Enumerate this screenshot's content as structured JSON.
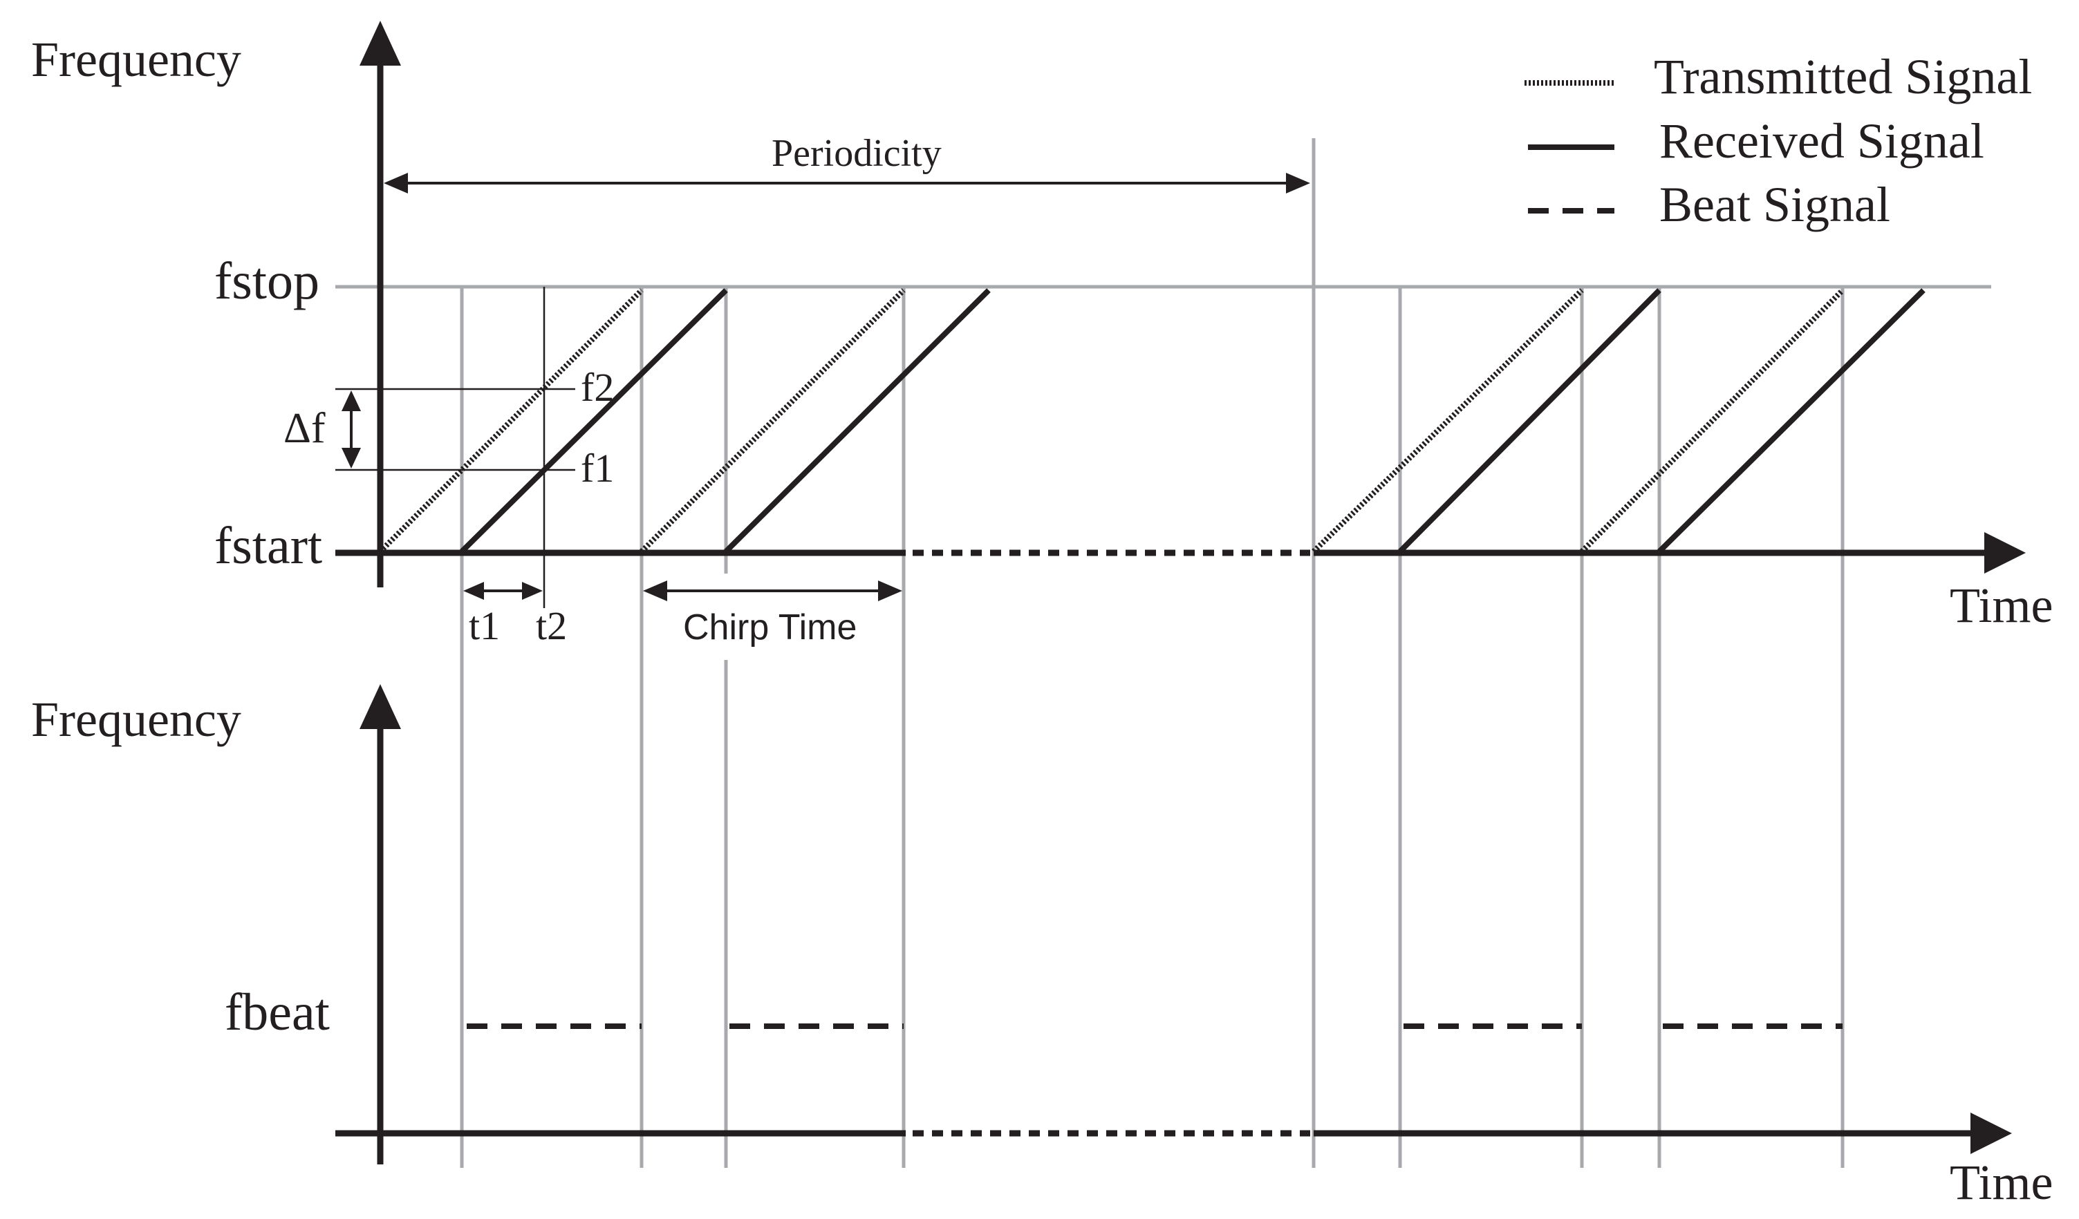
{
  "top_chart": {
    "ylabel": "Frequency",
    "xlabel": "Time",
    "ytick_stop": "fstop",
    "ytick_start": "fstart",
    "periodicity_label": "Periodicity",
    "chirp_time_label": "Chirp Time",
    "delta_f_label": "Δf",
    "f2_label": "f2",
    "f1_label": "f1",
    "t1_label": "t1",
    "t2_label": "t2"
  },
  "bottom_chart": {
    "ylabel": "Frequency",
    "xlabel": "Time",
    "ytick_beat": "fbeat"
  },
  "legend": {
    "items": [
      {
        "label": "Transmitted Signal",
        "style": "dotted"
      },
      {
        "label": "Received Signal",
        "style": "solid"
      },
      {
        "label": "Beat Signal",
        "style": "dashed"
      }
    ]
  },
  "colors": {
    "ink": "#231f20",
    "gridlines": "#a7a9ac"
  }
}
